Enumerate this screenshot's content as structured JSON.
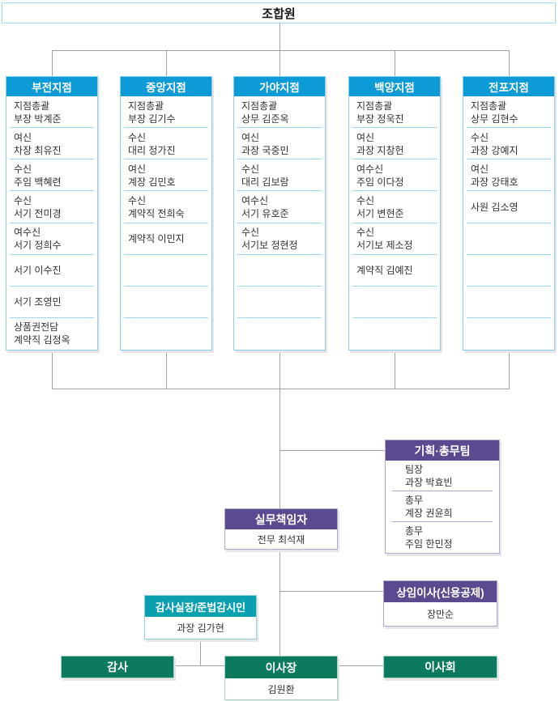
{
  "root": {
    "label": "조합원"
  },
  "branches": [
    {
      "title": "부전지점",
      "rows": [
        [
          "지점총괄",
          "부장 박계준"
        ],
        [
          "여신",
          "차장 최유진"
        ],
        [
          "수신",
          "주임 백혜련"
        ],
        [
          "수신",
          "서기 전미경"
        ],
        [
          "여수신",
          "서기 정희수"
        ],
        [
          "서기 이수진"
        ],
        [
          "서기 조영민"
        ],
        [
          "상품권전담",
          "계약직 김정옥"
        ]
      ]
    },
    {
      "title": "중앙지점",
      "rows": [
        [
          "지점총괄",
          "부장 김기수"
        ],
        [
          "수신",
          "대리 정가진"
        ],
        [
          "여신",
          "계장 김민호"
        ],
        [
          "수신",
          "계약직 전희숙"
        ],
        [
          "계약직 이민지"
        ],
        [],
        [],
        []
      ]
    },
    {
      "title": "가야지점",
      "rows": [
        [
          "지점총괄",
          "상무 김준옥"
        ],
        [
          "여신",
          "과장 국중민"
        ],
        [
          "수신",
          "대리 김보람"
        ],
        [
          "여수신",
          "서기 유호준"
        ],
        [
          "수신",
          "서기보 정현정"
        ],
        [],
        [],
        []
      ]
    },
    {
      "title": "백양지점",
      "rows": [
        [
          "지점총괄",
          "부장 정욱진"
        ],
        [
          "여신",
          "과장 지창헌"
        ],
        [
          "여수신",
          "주임 이다정"
        ],
        [
          "수신",
          "서기 변현준"
        ],
        [
          "수신",
          "서기보 제소정"
        ],
        [
          "계약직 김예진"
        ],
        [],
        []
      ]
    },
    {
      "title": "전포지점",
      "rows": [
        [
          "지점총괄",
          "상무 김현수"
        ],
        [
          "수신",
          "과장 강예지"
        ],
        [
          "여신",
          "과장 강태호"
        ],
        [
          "사원 김소영"
        ],
        [],
        [],
        [],
        []
      ]
    }
  ],
  "planning_team": {
    "title": "기획·총무팀",
    "rows": [
      [
        "팀장",
        "과장 박효빈"
      ],
      [
        "총무",
        "계장 권윤희"
      ],
      [
        "총무",
        "주임 한민정"
      ]
    ]
  },
  "managing_director": {
    "title": "실무책임자",
    "member": "전무 최석재"
  },
  "standing_director": {
    "title": "상임이사(신용공제)",
    "member": "장만순"
  },
  "audit_head": {
    "title": "감사실장/준법감시인",
    "member": "과장 김가현"
  },
  "auditor": {
    "title": "감사"
  },
  "chairman": {
    "title": "이사장",
    "member": "김원환"
  },
  "board": {
    "title": "이사회"
  },
  "colors": {
    "branch_header": "#0d9bd8",
    "branch_border": "#8ccdeb",
    "purple_header": "#5b4a8f",
    "purple_border": "#b3a8d3",
    "teal_header": "#0aa0af",
    "green_header": "#0b7a5e",
    "connector": "#a3a3a3"
  }
}
